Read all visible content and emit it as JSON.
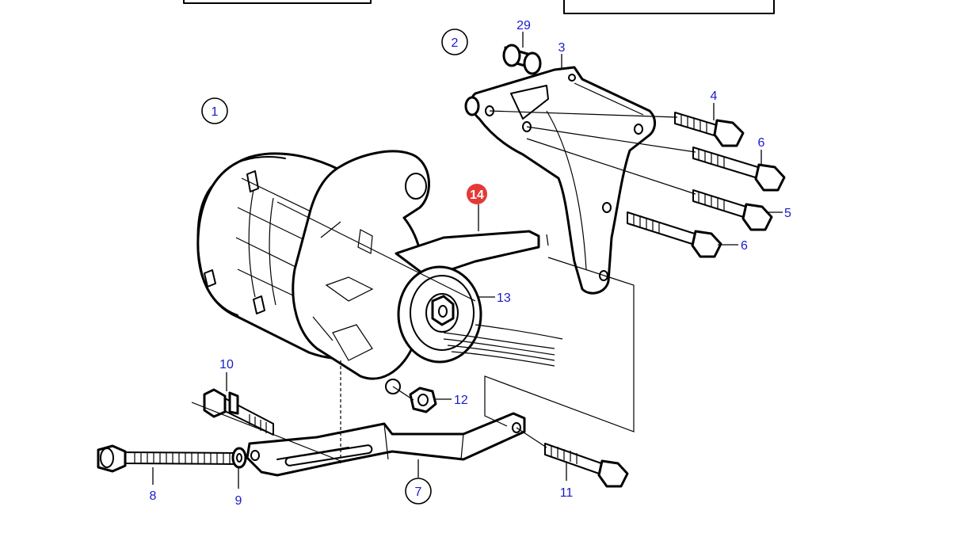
{
  "diagram": {
    "callouts": {
      "c1": "1",
      "c2": "2",
      "c3": "3",
      "c4": "4",
      "c5": "5",
      "c6a": "6",
      "c6b": "6",
      "c7": "7",
      "c8": "8",
      "c9": "9",
      "c10": "10",
      "c11": "11",
      "c12": "12",
      "c13": "13",
      "c14": "14",
      "c29": "29"
    },
    "colors": {
      "label_text": "#1a1acc",
      "highlight_badge": "#e53935",
      "line_art": "#000000",
      "background": "#ffffff"
    },
    "highlighted_part": "14"
  }
}
